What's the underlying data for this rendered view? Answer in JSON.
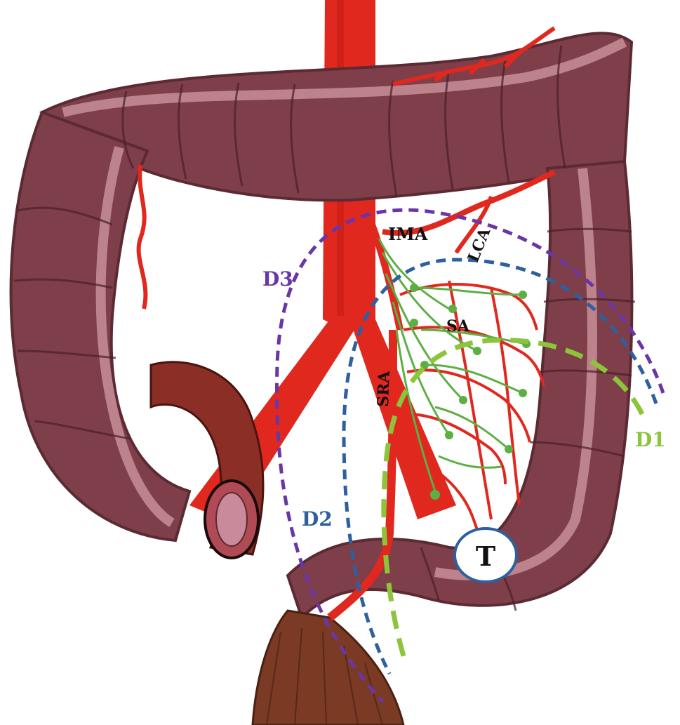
{
  "labels": {
    "ima": "IMA",
    "lca": "LCA",
    "sa": "SA",
    "sra": "SRA",
    "d1": "D1",
    "d2": "D2",
    "d3": "D3",
    "tumor": "T"
  },
  "colors": {
    "colon": "#7e3f4a",
    "colon_dark": "#5b2a33",
    "colon_band": "#c78f99",
    "artery": "#e0281f",
    "lymph": "#5bb043",
    "d1": "#8cc43c",
    "d2": "#2e5f9e",
    "d3": "#6a36a6",
    "ileum": "#8a2e26",
    "rectum": "#7a3a24"
  }
}
